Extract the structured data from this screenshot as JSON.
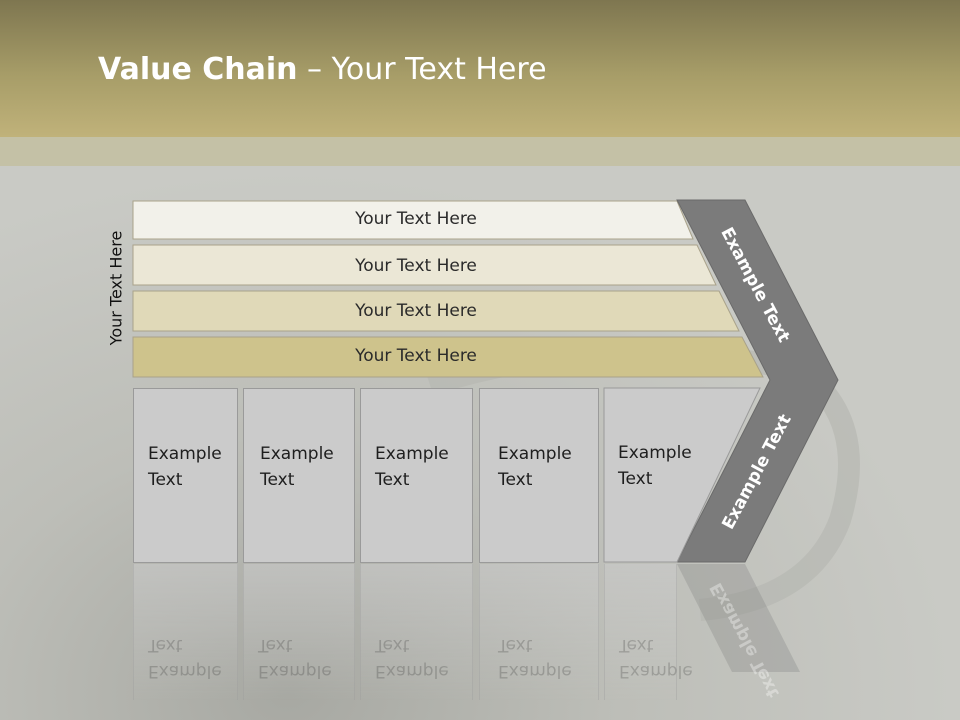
{
  "slide": {
    "title_bold": "Value Chain",
    "title_rest": " – Your Text Here"
  },
  "side_label": "Your Text Here",
  "support_bars": [
    {
      "label": "Your Text Here",
      "color": "#f2f1ea"
    },
    {
      "label": "Your Text Here",
      "color": "#ebe7d6"
    },
    {
      "label": "Your Text Here",
      "color": "#e0d9b8"
    },
    {
      "label": "Your Text Here",
      "color": "#cec38c"
    }
  ],
  "primary_boxes": [
    {
      "label": "Example\nText"
    },
    {
      "label": "Example\nText"
    },
    {
      "label": "Example\nText"
    },
    {
      "label": "Example\nText"
    },
    {
      "label": "Example\nText"
    }
  ],
  "chevron": {
    "top_label": "Example Text",
    "bottom_label": "Example Text",
    "color": "#7b7b7b"
  }
}
